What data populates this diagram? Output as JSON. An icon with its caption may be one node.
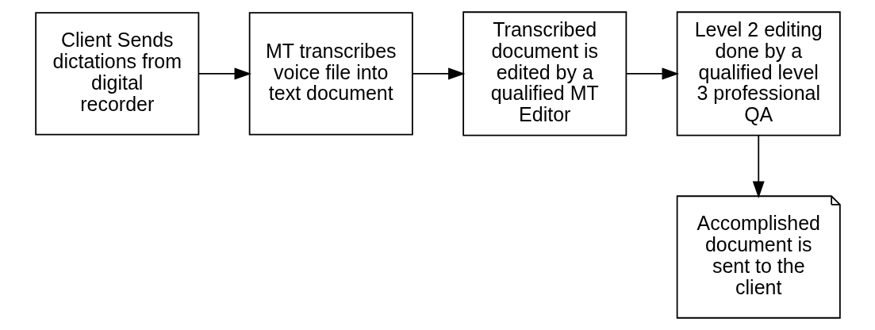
{
  "diagram": {
    "nodes": [
      {
        "text": [
          "Client Sends dictations from digital recorder"
        ]
      },
      {
        "text": [
          "MT transcribes voice file into text document"
        ]
      },
      {
        "text": [
          "Transcribed document is edited by a qualified MT Editor"
        ]
      },
      {
        "text": [
          "Level 2 editing done by a qualified level 3 professional QA"
        ]
      },
      {
        "text": [
          "Accomplished document is sent to the client"
        ]
      }
    ],
    "edges": [
      {
        "from": 0,
        "to": 1,
        "arrow": "to"
      },
      {
        "from": 1,
        "to": 2,
        "arrow": "to"
      },
      {
        "from": 2,
        "to": 3,
        "arrow": "to"
      },
      {
        "from": 3,
        "to": 4,
        "arrow": "to"
      }
    ]
  }
}
